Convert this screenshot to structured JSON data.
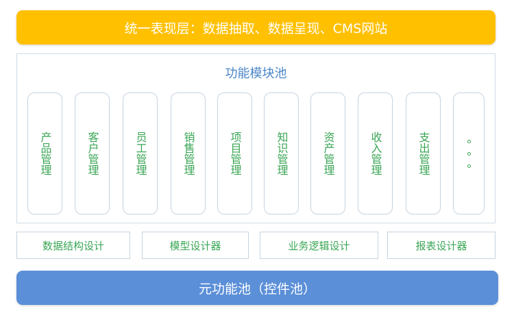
{
  "top_layer": {
    "label": "统一表现层：数据抽取、数据呈现、CMS网站"
  },
  "module_pool": {
    "title": "功能模块池",
    "modules": [
      "产品管理",
      "客户管理",
      "员工管理",
      "销售管理",
      "项目管理",
      "知识管理",
      "资产管理",
      "收入管理",
      "支出管理"
    ]
  },
  "tools": [
    "数据结构设计",
    "模型设计器",
    "业务逻辑设计",
    "报表设计器"
  ],
  "bottom_layer": {
    "label": "元功能池（控件池）"
  },
  "colors": {
    "top_layer": "#FFC000",
    "bottom_layer": "#5B8FD8",
    "title_text": "#4A86C8",
    "module_text": "#3AA655",
    "border": "#C5D3E0"
  }
}
